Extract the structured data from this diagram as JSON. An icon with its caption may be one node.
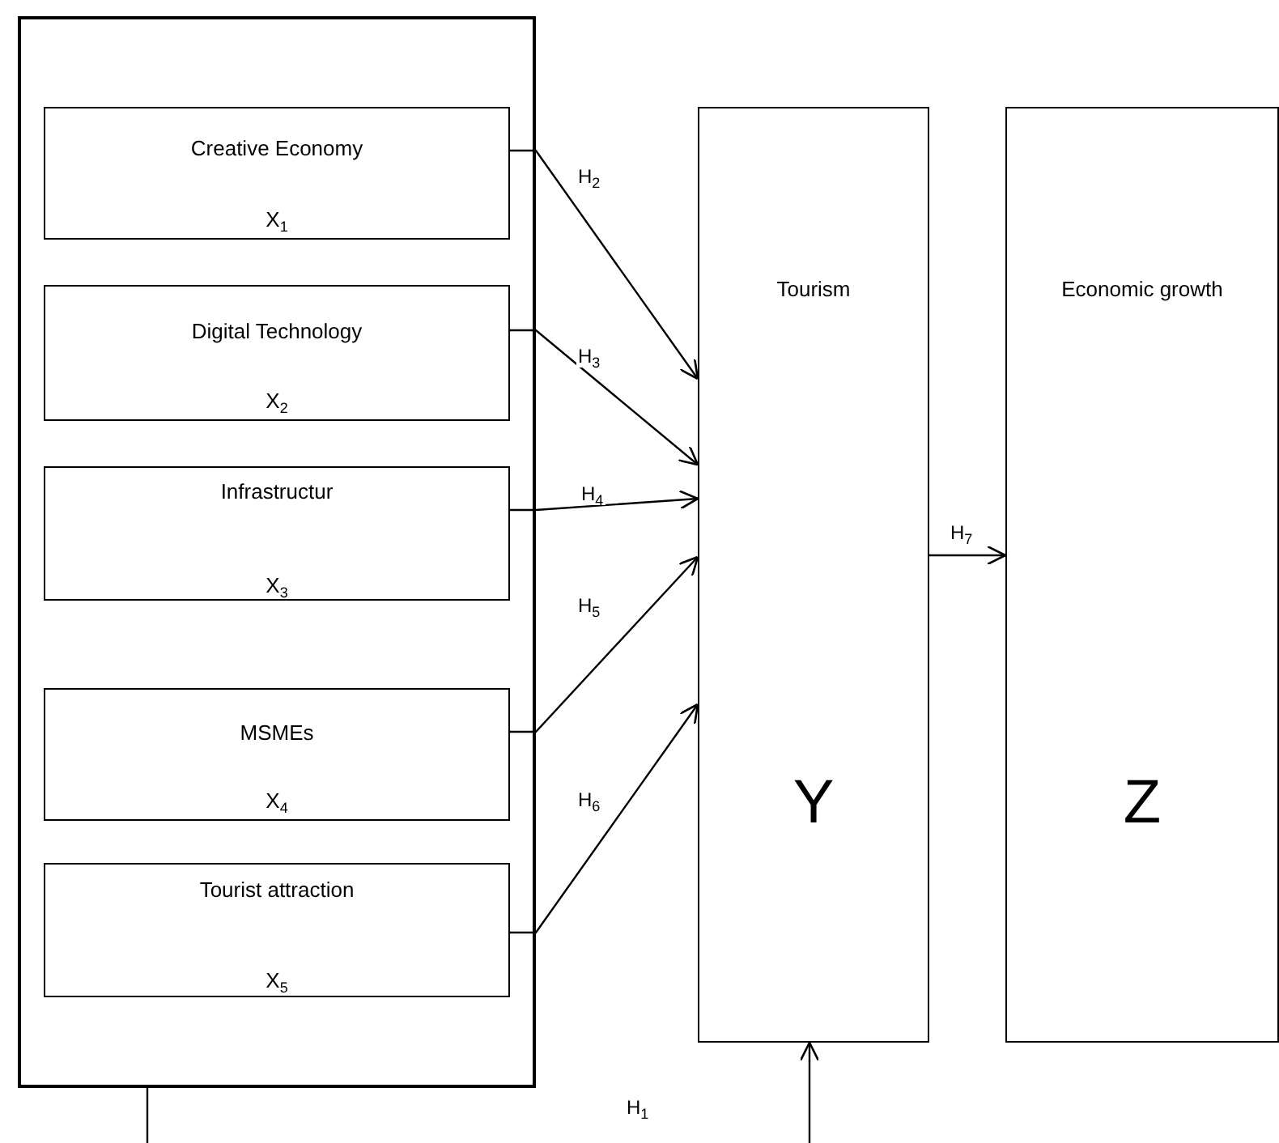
{
  "diagram": {
    "nodes": [
      {
        "text": [],
        "shape": "box"
      },
      {
        "text": [
          "Creative Economy",
          "X$_{1}$"
        ],
        "in": 0
      },
      {
        "text": [
          "Digital Technology",
          "X$_{2}$"
        ],
        "in": 0
      },
      {
        "text": [
          "Infrastructur",
          "X$_{3}$"
        ],
        "in": 0
      },
      {
        "text": [
          "MSMEs",
          "X$_{4}$"
        ],
        "in": 0
      },
      {
        "text": [
          "Tourist attraction",
          "X$_{5}$"
        ],
        "in": 0
      },
      {
        "text": [
          "Tourism",
          "Y"
        ]
      },
      {
        "text": [
          "Economic growth",
          "Z"
        ]
      }
    ],
    "edges": [
      {
        "from": 1,
        "to": 6,
        "arrow": "to",
        "label": "H$_{2}$"
      },
      {
        "from": 2,
        "to": 6,
        "arrow": "to",
        "label": "H$_{3}$"
      },
      {
        "from": 3,
        "to": 6,
        "arrow": "to",
        "label": "H$_{4}$"
      },
      {
        "from": 4,
        "to": 6,
        "arrow": "to",
        "label": "H$_{5}$"
      },
      {
        "from": 5,
        "to": 6,
        "arrow": "to",
        "label": "H$_{6}$"
      },
      {
        "from": 6,
        "to": 7,
        "arrow": "to",
        "label": "H$_{7}$"
      },
      {
        "from": 0,
        "to": null,
        "arrow": "none"
      },
      {
        "from": null,
        "to": 6,
        "arrow": "to"
      }
    ],
    "labels": [
      "H$_{1}$"
    ]
  }
}
